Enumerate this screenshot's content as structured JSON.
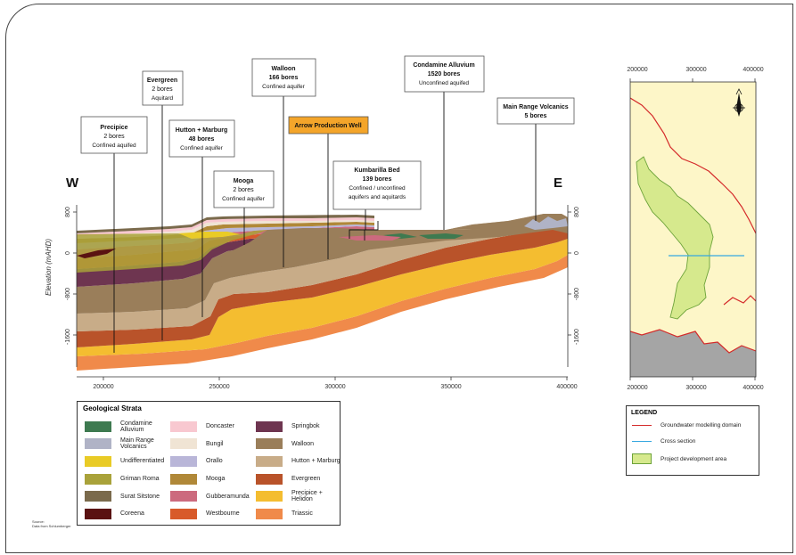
{
  "section": {
    "west_label": "W",
    "east_label": "E",
    "elevation_axis_label": "Elevation (mAHD)",
    "elevation_ticks": [
      "800",
      "0",
      "-800",
      "-1600"
    ],
    "easting_ticks": [
      "200000",
      "250000",
      "300000",
      "350000",
      "400000"
    ],
    "callouts": [
      {
        "title": "Precipice",
        "count": "2 bores",
        "desc": "Confined aquifed"
      },
      {
        "title": "Evergreen",
        "count": "2 bores",
        "desc": "Aquitard"
      },
      {
        "title": "Hutton + Marburg",
        "count": "48 bores",
        "desc": "Confined aquifer"
      },
      {
        "title": "Mooga",
        "count": "2 bores",
        "desc": "Confined aquifer"
      },
      {
        "title": "Walloon",
        "count": "166 bores",
        "desc": "Confined aquifer"
      },
      {
        "title": "Kumbarilla Bed",
        "count": "139 bores",
        "desc": "Confined / unconfined",
        "desc2": "aquifers and aquitards"
      },
      {
        "title": "Condamine Alluvium",
        "count": "1520 bores",
        "desc": "Unconfined aquifed"
      },
      {
        "title": "Main Range Volcanics",
        "count": "5 bores"
      }
    ],
    "well_label": "Arrow Production Well"
  },
  "strata_legend": {
    "title": "Geological Strata",
    "items": [
      {
        "label": "Condamine Alluvium",
        "color": "#3e7a50"
      },
      {
        "label": "Doncaster",
        "color": "#f8c8d0"
      },
      {
        "label": "Springbok",
        "color": "#6e3550"
      },
      {
        "label": "Main Range Volcanics",
        "color": "#b0b3c6"
      },
      {
        "label": "Bungil",
        "color": "#f0e4d4"
      },
      {
        "label": "Walloon",
        "color": "#9a7e5a"
      },
      {
        "label": "Undifferentiated",
        "color": "#e9cb26"
      },
      {
        "label": "Orallo",
        "color": "#b9b6d8"
      },
      {
        "label": "Hutton + Marburg",
        "color": "#c8ac88"
      },
      {
        "label": "Griman Roma",
        "color": "#a9a23a"
      },
      {
        "label": "Mooga",
        "color": "#b08838"
      },
      {
        "label": "Evergreen",
        "color": "#b9532a"
      },
      {
        "label": "Surat Sitstone",
        "color": "#7a6a4c"
      },
      {
        "label": "Gubberamunda",
        "color": "#cc6a7e"
      },
      {
        "label": "Precipice + Helidon",
        "color": "#f4bd30"
      },
      {
        "label": "Coreena",
        "color": "#5a1212"
      },
      {
        "label": "Westbourne",
        "color": "#d85a2a"
      },
      {
        "label": "Triassic",
        "color": "#f08a4a"
      }
    ]
  },
  "map": {
    "top_ticks": [
      "200000",
      "300000",
      "400000"
    ],
    "bottom_ticks": [
      "200000",
      "300000",
      "400000"
    ]
  },
  "map_legend": {
    "title": "LEGEND",
    "items": [
      {
        "label": "Groundwater modelling domain",
        "color": "#d42a2a",
        "kind": "line"
      },
      {
        "label": "Cross section",
        "color": "#37a8e0",
        "kind": "line"
      },
      {
        "label": "Project development area",
        "color": "#d6e98d",
        "kind": "box"
      }
    ]
  },
  "source": {
    "line1": "Source:",
    "line2": "Data from Schlumberger"
  }
}
